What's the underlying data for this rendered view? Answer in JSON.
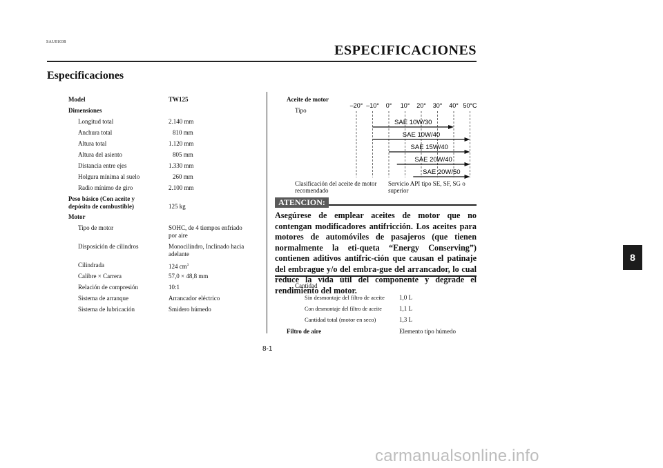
{
  "page": {
    "code": "SAU01038",
    "title": "ESPECIFICACIONES",
    "section_title": "Especificaciones",
    "page_number": "8-1",
    "chapter_tab": "8"
  },
  "left_specs": [
    {
      "label": "Model",
      "value": "TW125",
      "bold": true
    },
    {
      "label": "Dimensiones",
      "value": "",
      "bold": true
    },
    {
      "label": "Longitud total",
      "value": "2.140 mm"
    },
    {
      "label": "Anchura total",
      "value": "810 mm"
    },
    {
      "label": "Altura total",
      "value": "1.120 mm"
    },
    {
      "label": "Altura del asiento",
      "value": "805 mm"
    },
    {
      "label": "Distancia entre ejes",
      "value": "1.330 mm"
    },
    {
      "label": "Holgura mínima al suelo",
      "value": "260 mm"
    },
    {
      "label": "Radio mínimo de giro",
      "value": "2.100  mm"
    },
    {
      "label": "Peso básico (Con aceite y",
      "label2": "depósito de combustible)",
      "value": "125 kg",
      "bold": true
    },
    {
      "label": "Motor",
      "value": "",
      "bold": true
    },
    {
      "label": "Tipo de motor",
      "value": "SOHC, de 4 tiempos enfriado",
      "value2": "por aire"
    },
    {
      "label": "Disposición de cilindros",
      "value": "Monocilíndro, Inclinado hacia",
      "value2": "adelante"
    },
    {
      "label": "Cilindrada",
      "value": "124 cm",
      "sup": "3"
    },
    {
      "label": "Calibre × Carrera",
      "value": "57,0 × 48,8 mm"
    },
    {
      "label": "Relación de compresión",
      "value": "10:1"
    },
    {
      "label": "Sistema de arranque",
      "value": "Arrancador eléctrico"
    },
    {
      "label": "Sistema de lubricación",
      "value": "Smidero húmedo"
    }
  ],
  "oil": {
    "heading": "Aceite de motor",
    "type_label": "Tipo",
    "temps": [
      "–20°",
      "–10°",
      "0°",
      "10°",
      "20°",
      "30°",
      "40°",
      "50°C"
    ],
    "grades": [
      {
        "name": "SAE 10W/30",
        "from": -10,
        "to": 40
      },
      {
        "name": "SAE 10W/40",
        "from": -10,
        "to": 50
      },
      {
        "name": "SAE 15W/40",
        "from": 0,
        "to": 50
      },
      {
        "name": "SAE 20W/40",
        "from": 5,
        "to": 50
      },
      {
        "name": "SAE 20W/50",
        "from": 15,
        "to": 50
      }
    ],
    "classification_label": "Clasificación del aceite de motor",
    "classification_label2": "recomendado",
    "classification_value": "Servicio API tipo SE, SF, SG o",
    "classification_value2": "superior"
  },
  "advertencia": {
    "heading": "ATENCION:",
    "text": "Asegúrese de emplear aceites de motor que no contengan modificadores antifricción. Los aceites para motores de automóviles de pasajeros (que tienen normalmente la eti-queta “Energy Conserving”) contienen aditivos antifric-ción que causan el patinaje del embrague y/o del embra-gue del arrancador, lo cual reduce la vida útil del componente y degrade el rendimiento del motor."
  },
  "quantity": {
    "heading": "Cantidad",
    "rows": [
      {
        "label": "Sin desmontaje del filtro de aceite",
        "value": "1,0 L"
      },
      {
        "label": "Con desmontaje del filtro de aceite",
        "value": "1,1 L"
      },
      {
        "label": "Cantidad total (motor en seco)",
        "value": "1,3 L"
      }
    ]
  },
  "air_filter": {
    "label": "Filtro de aire",
    "value": "Elemento tipo húmedo"
  },
  "watermark": "carmanualsonline.info"
}
